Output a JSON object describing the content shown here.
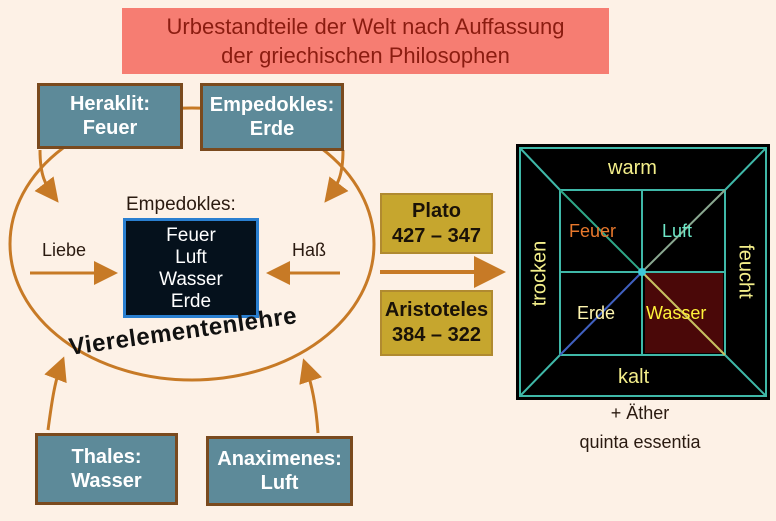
{
  "title": {
    "line1": "Urbestandteile der Welt nach Auffassung",
    "line2": "der griechischen Philosophen"
  },
  "philosophers": {
    "heraklit": {
      "name": "Heraklit:",
      "element": "Feuer"
    },
    "empedokles_top": {
      "name": "Empedokles:",
      "element": "Erde"
    },
    "thales": {
      "name": "Thales:",
      "element": "Wasser"
    },
    "anaximenes": {
      "name": "Anaximenes:",
      "element": "Luft"
    }
  },
  "center": {
    "heading": "Empedokles:",
    "elements": [
      "Feuer",
      "Luft",
      "Wasser",
      "Erde"
    ],
    "left_force": "Liebe",
    "right_force": "Haß",
    "theory": "Vierelementenlehre"
  },
  "later": {
    "plato": {
      "name": "Plato",
      "years": "427 – 347"
    },
    "aristoteles": {
      "name": "Aristoteles",
      "years": "384 – 322"
    }
  },
  "square": {
    "top": "warm",
    "bottom": "kalt",
    "left": "trocken",
    "right": "feucht",
    "cells": {
      "feuer": "Feuer",
      "luft": "Luft",
      "erde": "Erde",
      "wasser": "Wasser"
    },
    "colors": {
      "feuer": "#e8782c",
      "luft": "#6ee8c8",
      "erde": "#fff6b0",
      "wasser": "#fff23a"
    }
  },
  "extra": {
    "line1": "+ Äther",
    "line2": "quinta essentia"
  }
}
